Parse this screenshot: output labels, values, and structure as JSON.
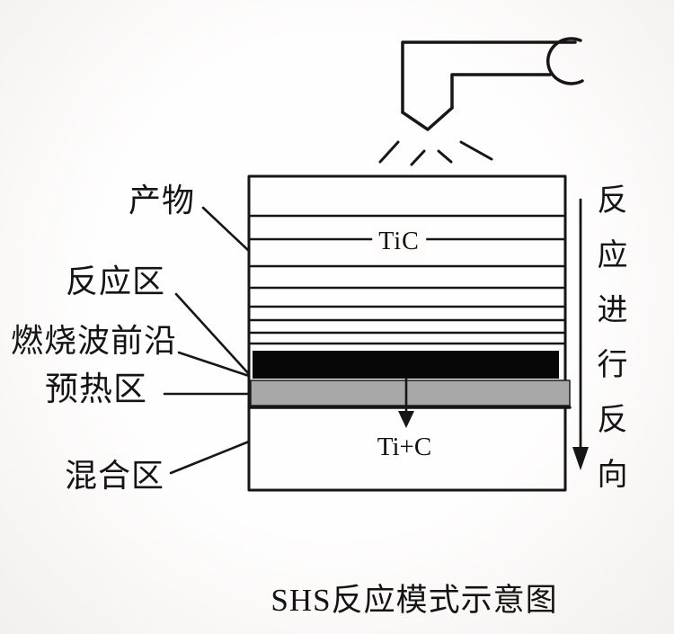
{
  "diagram": {
    "zone_labels": {
      "product": "产物",
      "reaction_zone": "反应区",
      "combustion_wave_front": "燃烧波前沿",
      "preheat_zone": "预热区",
      "mixing_zone": "混合区"
    },
    "sample": {
      "product_formula": "TiC",
      "reactant_formula": "Ti+C"
    },
    "direction_label": "反应进行反向",
    "caption": "SHS反应模式示意图",
    "colors": {
      "ink": "#161616",
      "reaction_band": "#070707",
      "preheat_band": "#a8a8a8",
      "background": "#fbfaf9"
    }
  }
}
